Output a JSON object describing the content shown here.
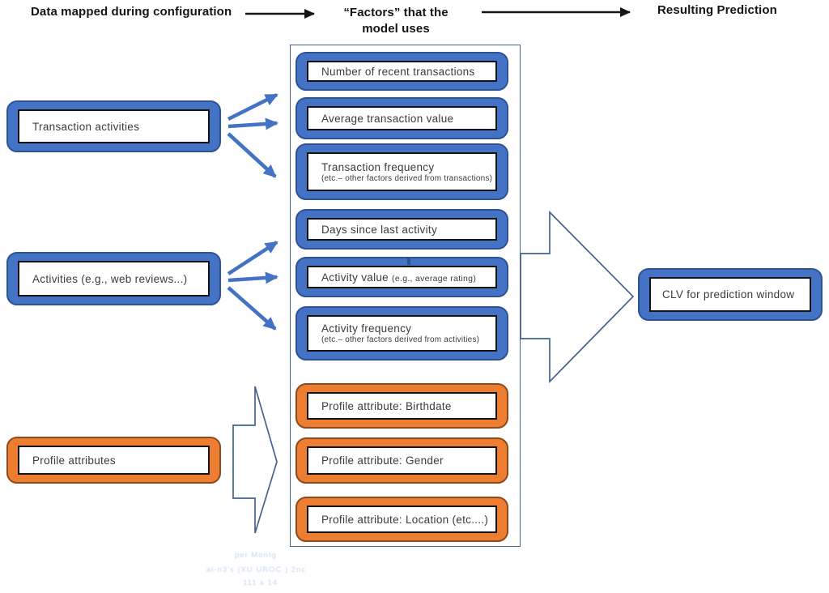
{
  "header": {
    "col1": "Data mapped during configuration",
    "col2_line1": "“Factors” that the",
    "col2_line2": "model uses",
    "col3": "Resulting Prediction"
  },
  "sources": [
    {
      "label": "Transaction activities",
      "color": "blue"
    },
    {
      "label": "Activities (e.g., web reviews...)",
      "color": "blue"
    },
    {
      "label": "Profile attributes",
      "color": "orange"
    }
  ],
  "factors": [
    {
      "label": "Number of recent transactions",
      "color": "blue"
    },
    {
      "label": "Average transaction value",
      "color": "blue"
    },
    {
      "label": "Transaction frequency",
      "sub": "(etc.– other factors derived from transactions)",
      "color": "blue"
    },
    {
      "label": "Days since last activity",
      "color": "blue"
    },
    {
      "label": "Activity value",
      "suffix": "(e.g., average rating)",
      "color": "blue"
    },
    {
      "label": "Activity frequency",
      "sub": "(etc.– other factors derived from activities)",
      "color": "blue"
    },
    {
      "label": "Profile attribute: Birthdate",
      "color": "orange"
    },
    {
      "label": "Profile attribute: Gender",
      "color": "orange"
    },
    {
      "label": "Profile attribute: Location (etc....)",
      "color": "orange"
    }
  ],
  "prediction": {
    "label": "CLV for prediction window"
  },
  "faint_text": {
    "line1": "per Montg",
    "line2": "ai-n3's (XU UROC     ) 2nc",
    "line3": "111 x 14"
  },
  "colors": {
    "blue_fill": "#4472C4",
    "blue_border": "#2E5395",
    "orange_fill": "#ED7D31",
    "orange_border": "#8C4B1B",
    "outline_shapes": "#44638F",
    "arrow_blue": "#4472C4",
    "header_text": "#151515",
    "box_text": "#3B3B3B"
  }
}
